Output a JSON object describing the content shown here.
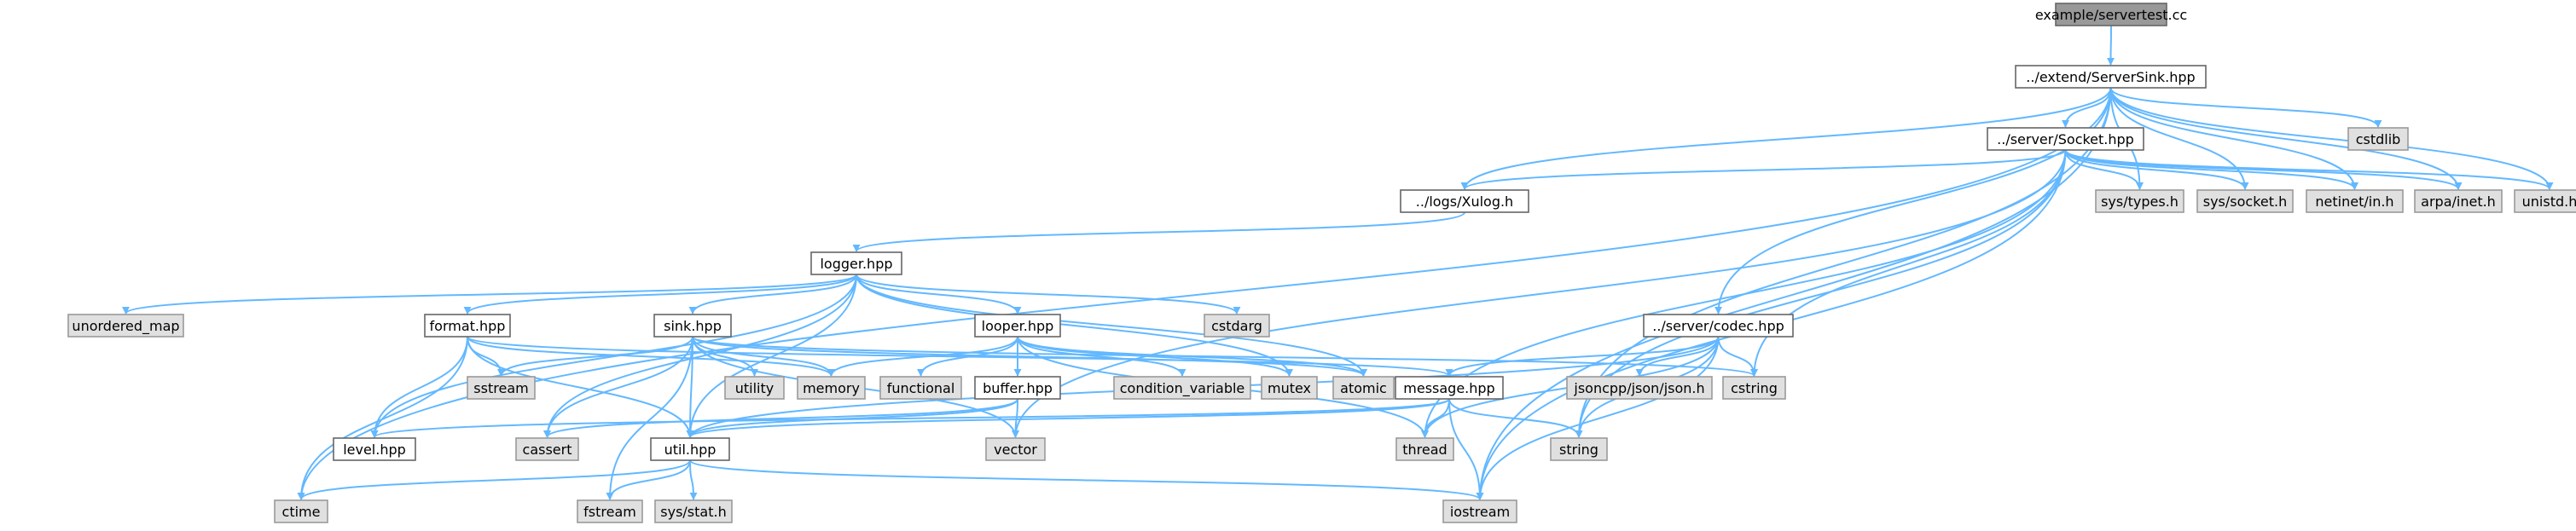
{
  "colors": {
    "edge": "#63b8ff",
    "root_fill": "#999999",
    "root_stroke": "#666666",
    "file_fill": "#ffffff",
    "file_stroke": "#666666",
    "sys_fill": "#e0e0e0",
    "sys_stroke": "#999999"
  },
  "nodes": [
    {
      "id": "servertest",
      "label": "example/servertest.cc",
      "kind": "root"
    },
    {
      "id": "serversink",
      "label": "../extend/ServerSink.hpp",
      "kind": "file"
    },
    {
      "id": "cstdlib",
      "label": "cstdlib",
      "kind": "sys"
    },
    {
      "id": "socket",
      "label": "../server/Socket.hpp",
      "kind": "file"
    },
    {
      "id": "systypes",
      "label": "sys/types.h",
      "kind": "sys"
    },
    {
      "id": "syssocket",
      "label": "sys/socket.h",
      "kind": "sys"
    },
    {
      "id": "netinet",
      "label": "netinet/in.h",
      "kind": "sys"
    },
    {
      "id": "arpainet",
      "label": "arpa/inet.h",
      "kind": "sys"
    },
    {
      "id": "unistd",
      "label": "unistd.h",
      "kind": "sys"
    },
    {
      "id": "xulog",
      "label": "../logs/Xulog.h",
      "kind": "file"
    },
    {
      "id": "logger",
      "label": "logger.hpp",
      "kind": "file"
    },
    {
      "id": "unordered_map",
      "label": "unordered_map",
      "kind": "sys"
    },
    {
      "id": "cstdarg",
      "label": "cstdarg",
      "kind": "sys"
    },
    {
      "id": "codec",
      "label": "../server/codec.hpp",
      "kind": "file"
    },
    {
      "id": "format",
      "label": "format.hpp",
      "kind": "file"
    },
    {
      "id": "sink",
      "label": "sink.hpp",
      "kind": "file"
    },
    {
      "id": "looper",
      "label": "looper.hpp",
      "kind": "file"
    },
    {
      "id": "sstream",
      "label": "sstream",
      "kind": "sys"
    },
    {
      "id": "utility",
      "label": "utility",
      "kind": "sys"
    },
    {
      "id": "memory",
      "label": "memory",
      "kind": "sys"
    },
    {
      "id": "functional",
      "label": "functional",
      "kind": "sys"
    },
    {
      "id": "buffer",
      "label": "buffer.hpp",
      "kind": "file"
    },
    {
      "id": "condvar",
      "label": "condition_variable",
      "kind": "sys"
    },
    {
      "id": "mutex",
      "label": "mutex",
      "kind": "sys"
    },
    {
      "id": "atomic",
      "label": "atomic",
      "kind": "sys"
    },
    {
      "id": "message",
      "label": "message.hpp",
      "kind": "file"
    },
    {
      "id": "jsoncpp",
      "label": "jsoncpp/json/json.h",
      "kind": "sys"
    },
    {
      "id": "cstring",
      "label": "cstring",
      "kind": "sys"
    },
    {
      "id": "level",
      "label": "level.hpp",
      "kind": "file"
    },
    {
      "id": "cassert",
      "label": "cassert",
      "kind": "sys"
    },
    {
      "id": "util",
      "label": "util.hpp",
      "kind": "file"
    },
    {
      "id": "vector",
      "label": "vector",
      "kind": "sys"
    },
    {
      "id": "thread",
      "label": "thread",
      "kind": "sys"
    },
    {
      "id": "string",
      "label": "string",
      "kind": "sys"
    },
    {
      "id": "ctime",
      "label": "ctime",
      "kind": "sys"
    },
    {
      "id": "fstream",
      "label": "fstream",
      "kind": "sys"
    },
    {
      "id": "sysstat",
      "label": "sys/stat.h",
      "kind": "sys"
    },
    {
      "id": "iostream",
      "label": "iostream",
      "kind": "sys"
    }
  ],
  "edges": [
    [
      "servertest",
      "serversink"
    ],
    [
      "serversink",
      "cstdlib"
    ],
    [
      "serversink",
      "socket"
    ],
    [
      "serversink",
      "systypes"
    ],
    [
      "serversink",
      "syssocket"
    ],
    [
      "serversink",
      "netinet"
    ],
    [
      "serversink",
      "arpainet"
    ],
    [
      "serversink",
      "unistd"
    ],
    [
      "serversink",
      "xulog"
    ],
    [
      "serversink",
      "codec"
    ],
    [
      "serversink",
      "string"
    ],
    [
      "serversink",
      "ctime"
    ],
    [
      "serversink",
      "iostream"
    ],
    [
      "socket",
      "systypes"
    ],
    [
      "socket",
      "syssocket"
    ],
    [
      "socket",
      "netinet"
    ],
    [
      "socket",
      "arpainet"
    ],
    [
      "socket",
      "unistd"
    ],
    [
      "socket",
      "xulog"
    ],
    [
      "socket",
      "cstring"
    ],
    [
      "socket",
      "vector"
    ],
    [
      "socket",
      "thread"
    ],
    [
      "socket",
      "string"
    ],
    [
      "socket",
      "iostream"
    ],
    [
      "xulog",
      "logger"
    ],
    [
      "logger",
      "unordered_map"
    ],
    [
      "logger",
      "format"
    ],
    [
      "logger",
      "sink"
    ],
    [
      "logger",
      "looper"
    ],
    [
      "logger",
      "cstdarg"
    ],
    [
      "logger",
      "level"
    ],
    [
      "logger",
      "util"
    ],
    [
      "logger",
      "mutex"
    ],
    [
      "logger",
      "atomic"
    ],
    [
      "logger",
      "cassert"
    ],
    [
      "format",
      "sstream"
    ],
    [
      "format",
      "level"
    ],
    [
      "format",
      "util"
    ],
    [
      "format",
      "memory"
    ],
    [
      "format",
      "ctime"
    ],
    [
      "format",
      "message"
    ],
    [
      "sink",
      "sstream"
    ],
    [
      "sink",
      "utility"
    ],
    [
      "sink",
      "memory"
    ],
    [
      "sink",
      "util"
    ],
    [
      "sink",
      "fstream"
    ],
    [
      "sink",
      "cassert"
    ],
    [
      "sink",
      "vector"
    ],
    [
      "sink",
      "atomic"
    ],
    [
      "sink",
      "cstring"
    ],
    [
      "looper",
      "memory"
    ],
    [
      "looper",
      "functional"
    ],
    [
      "looper",
      "buffer"
    ],
    [
      "looper",
      "condvar"
    ],
    [
      "looper",
      "mutex"
    ],
    [
      "looper",
      "atomic"
    ],
    [
      "looper",
      "thread"
    ],
    [
      "buffer",
      "vector"
    ],
    [
      "buffer",
      "cassert"
    ],
    [
      "buffer",
      "util"
    ],
    [
      "codec",
      "message"
    ],
    [
      "codec",
      "jsoncpp"
    ],
    [
      "codec",
      "cstring"
    ],
    [
      "codec",
      "string"
    ],
    [
      "codec",
      "iostream"
    ],
    [
      "codec",
      "util"
    ],
    [
      "codec",
      "thread"
    ],
    [
      "message",
      "level"
    ],
    [
      "message",
      "util"
    ],
    [
      "message",
      "thread"
    ],
    [
      "message",
      "string"
    ],
    [
      "message",
      "iostream"
    ],
    [
      "util",
      "ctime"
    ],
    [
      "util",
      "fstream"
    ],
    [
      "util",
      "sysstat"
    ],
    [
      "util",
      "iostream"
    ]
  ]
}
